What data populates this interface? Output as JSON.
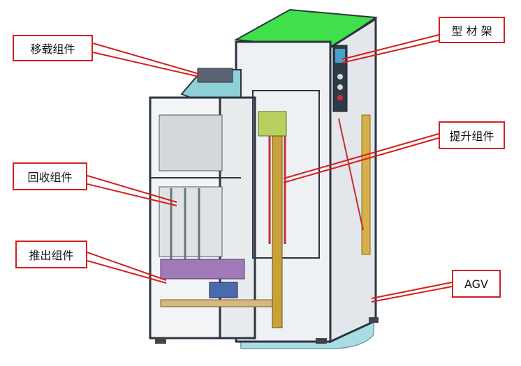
{
  "callouts": [
    {
      "id": "yizai",
      "text": "移载组件"
    },
    {
      "id": "xingcai",
      "text": "型 材 架"
    },
    {
      "id": "tisheng",
      "text": "提升组件"
    },
    {
      "id": "huishou",
      "text": "回收组件"
    },
    {
      "id": "tuichu",
      "text": "推出组件"
    },
    {
      "id": "agv",
      "text": "AGV"
    }
  ],
  "colors": {
    "callout_border": "#d42020",
    "frame": "#5a6270",
    "top_panel": "#3fe04a",
    "agv_shell": "#8fd8e0",
    "lift_rail": "#c9a13a"
  }
}
